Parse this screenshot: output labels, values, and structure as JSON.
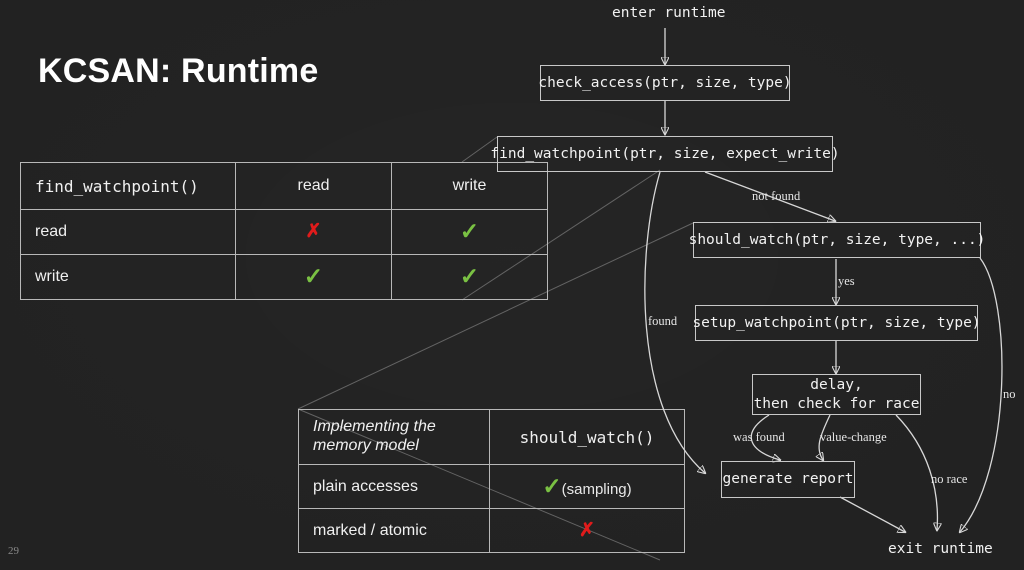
{
  "slide": {
    "title": "KCSAN: Runtime",
    "page_number": "29",
    "background_color": "#222222",
    "text_color": "#f2f2f2",
    "ok_color": "#7ac143",
    "no_color": "#e01b1b"
  },
  "table_find_watchpoint": {
    "name": "find_watchpoint-matrix",
    "header": [
      "find_watchpoint()",
      "read",
      "write"
    ],
    "rows": [
      {
        "label": "read",
        "cells": [
          "✗",
          "✓"
        ]
      },
      {
        "label": "write",
        "cells": [
          "✓",
          "✓"
        ]
      }
    ]
  },
  "table_should_watch": {
    "name": "should_watch-matrix",
    "header": [
      "Implementing the\nmemory model",
      "should_watch()"
    ],
    "rows": [
      {
        "label": "plain accesses",
        "mark": "✓",
        "note": "(sampling)"
      },
      {
        "label": "marked / atomic",
        "mark": "✗",
        "note": ""
      }
    ]
  },
  "flow": {
    "entry_label": "enter runtime",
    "exit_label": "exit runtime",
    "nodes": [
      {
        "id": "check_access",
        "label": "check_access(ptr, size, type)"
      },
      {
        "id": "find_watchpoint",
        "label": "find_watchpoint(ptr, size, expect_write)"
      },
      {
        "id": "should_watch",
        "label": "should_watch(ptr, size, type, ...)"
      },
      {
        "id": "setup_watchpoint",
        "label": "setup_watchpoint(ptr, size, type)"
      },
      {
        "id": "delay_check",
        "label": "delay,\nthen check for race"
      },
      {
        "id": "generate_report",
        "label": "generate report"
      }
    ],
    "edge_labels": {
      "not_found": "not found",
      "found": "found",
      "yes": "yes",
      "no": "no",
      "was_found": "was found",
      "value_change": "value-change",
      "no_race": "no race"
    }
  }
}
